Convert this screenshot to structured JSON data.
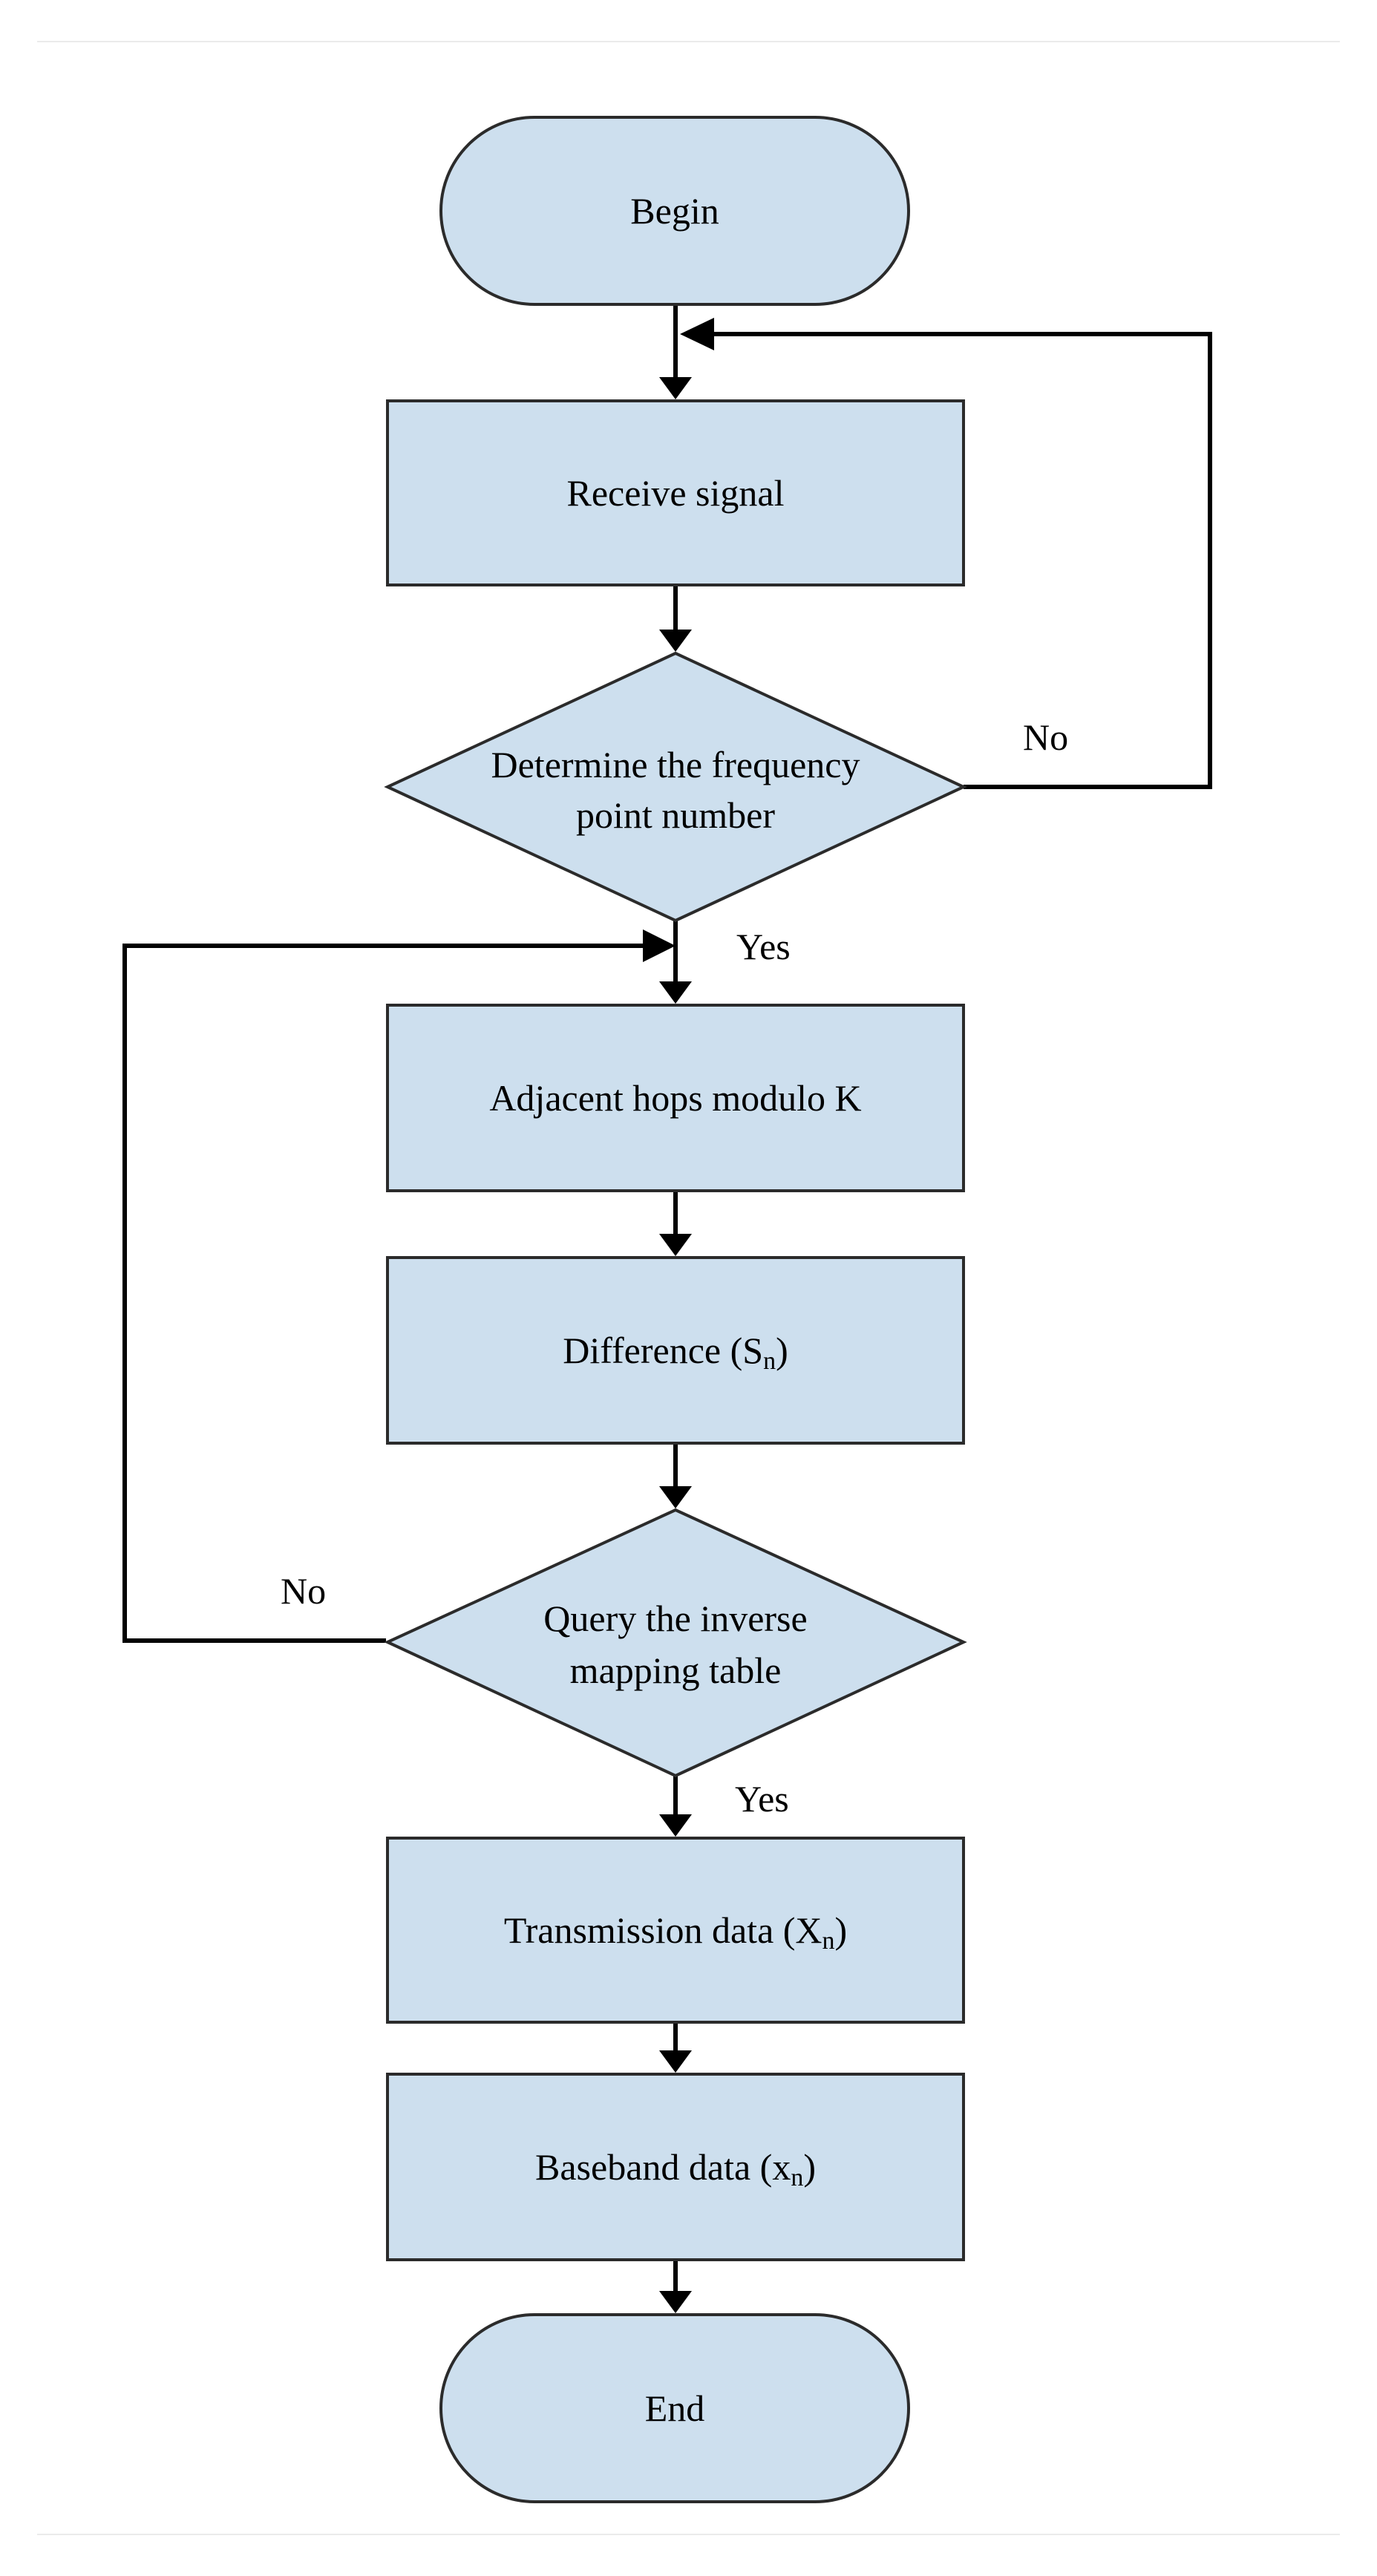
{
  "colors": {
    "node_fill": "#cddfee",
    "node_stroke": "#2b2b2b",
    "line": "#000000",
    "page_rule": "#ebebeb"
  },
  "nodes": {
    "begin": {
      "label": "Begin"
    },
    "receive": {
      "label": "Receive signal"
    },
    "determine": {
      "line1": "Determine the frequency",
      "line2": "point number"
    },
    "adjacent": {
      "label": "Adjacent hops modulo K"
    },
    "difference": {
      "label": "Difference (S",
      "sub": "n",
      "close": ")"
    },
    "query": {
      "line1": "Query the inverse",
      "line2": "mapping table"
    },
    "transmission": {
      "label": "Transmission data (X",
      "sub": "n",
      "close": ")"
    },
    "baseband": {
      "label": "Baseband data (x",
      "sub": "n",
      "close": ")"
    },
    "end": {
      "label": "End"
    }
  },
  "edge_labels": {
    "determine_no": "No",
    "determine_yes": "Yes",
    "query_no": "No",
    "query_yes": "Yes"
  }
}
